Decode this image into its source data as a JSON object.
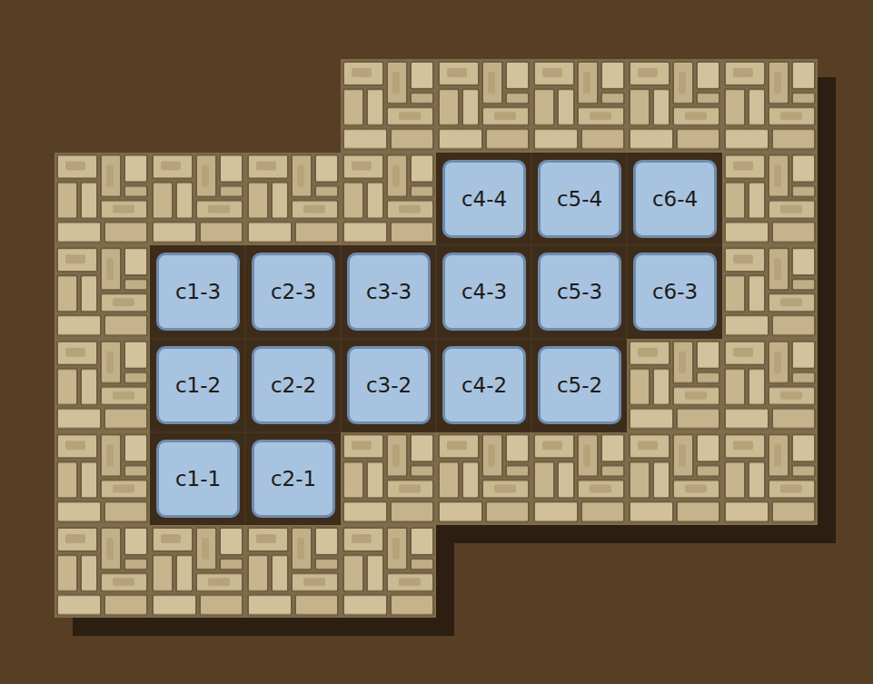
{
  "diagram": {
    "nodes": [
      {
        "text": [
          "c4-4"
        ]
      },
      {
        "text": [
          "c5-4"
        ]
      },
      {
        "text": [
          "c6-4"
        ]
      },
      {
        "text": [
          "c1-3"
        ]
      },
      {
        "text": [
          "c2-3"
        ]
      },
      {
        "text": [
          "c3-3"
        ]
      },
      {
        "text": [
          "c4-3"
        ]
      },
      {
        "text": [
          "c5-3"
        ]
      },
      {
        "text": [
          "c6-3"
        ]
      },
      {
        "text": [
          "c1-2"
        ]
      },
      {
        "text": [
          "c2-2"
        ]
      },
      {
        "text": [
          "c3-2"
        ]
      },
      {
        "text": [
          "c4-2"
        ]
      },
      {
        "text": [
          "c5-2"
        ]
      },
      {
        "text": [
          "c1-1"
        ]
      },
      {
        "text": [
          "c2-1"
        ]
      }
    ]
  }
}
